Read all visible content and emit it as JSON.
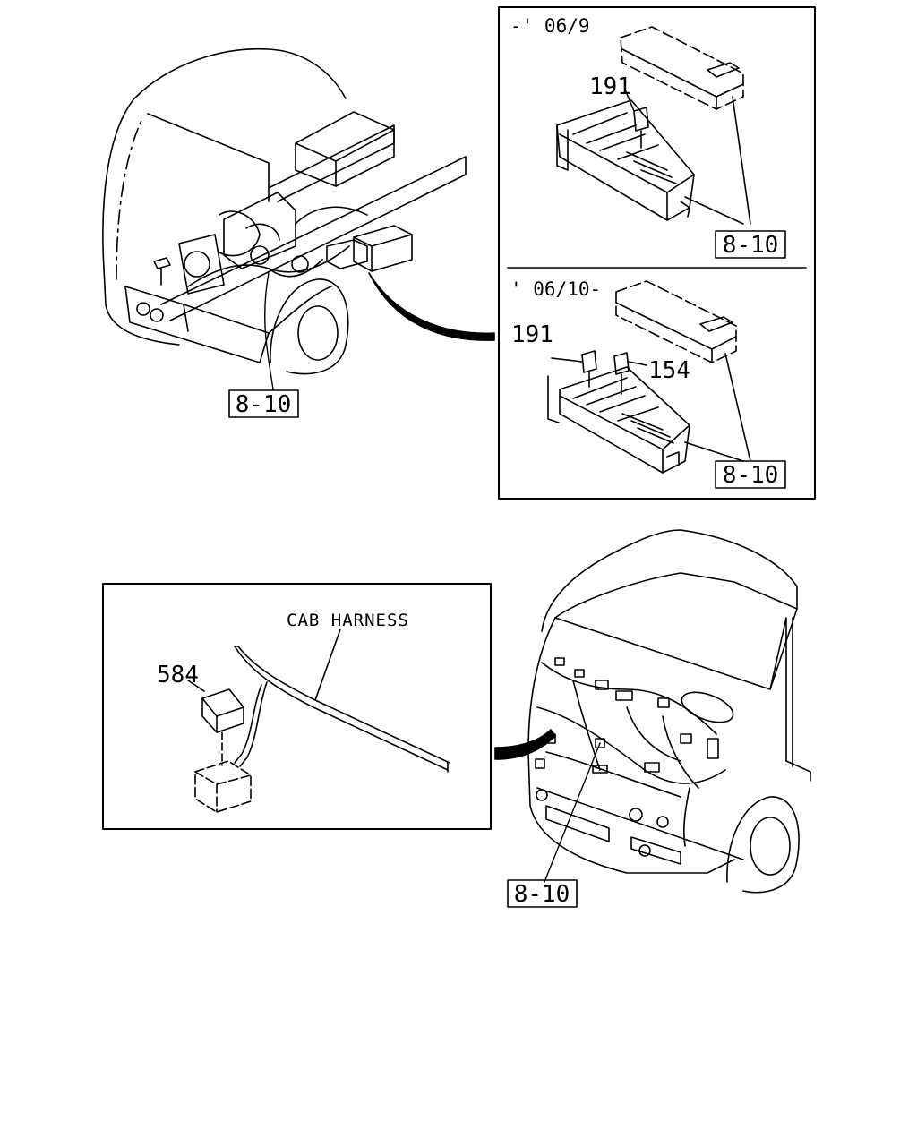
{
  "top_right_panel": {
    "upper_period": "-' 06/9",
    "lower_period": "' 06/10-",
    "upper_part_191": "191",
    "lower_part_191": "191",
    "lower_part_154": "154",
    "upper_ref": "8-10",
    "lower_ref": "8-10"
  },
  "top_left_view": {
    "ref": "8-10"
  },
  "bottom_left_panel": {
    "caption": "CAB HARNESS",
    "part_584": "584"
  },
  "bottom_right_view": {
    "ref": "8-10"
  }
}
